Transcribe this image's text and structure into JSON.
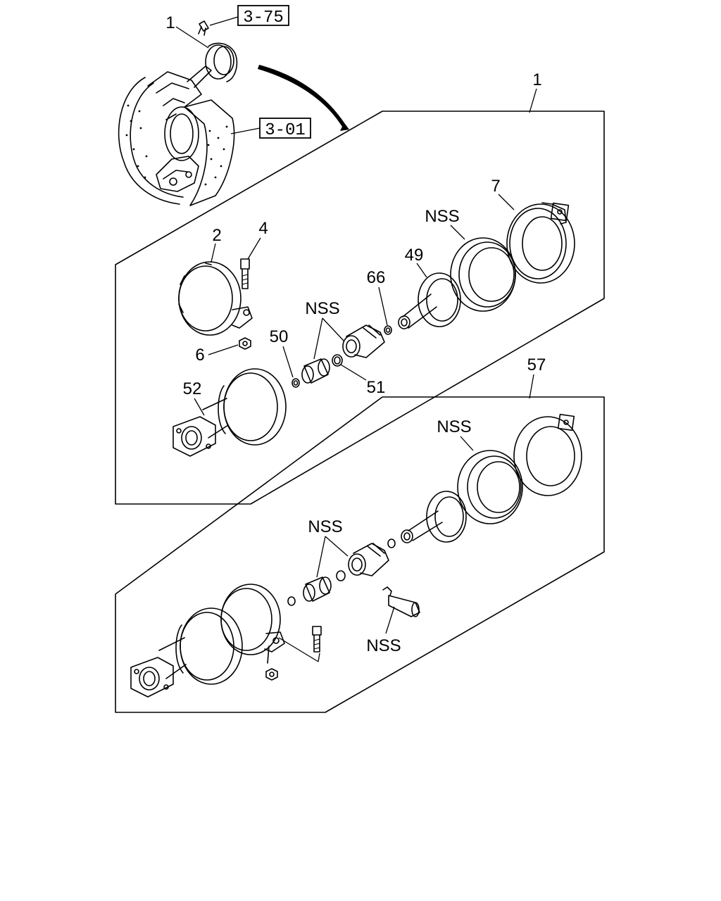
{
  "references": {
    "ref_3_75": "3-75",
    "ref_3_01": "3-01"
  },
  "callouts": {
    "assembly_top": "1",
    "assembly_panel1": "1",
    "part_2": "2",
    "part_4": "4",
    "part_6": "6",
    "part_7": "7",
    "part_49": "49",
    "part_50": "50",
    "part_51": "51",
    "part_52": "52",
    "part_66": "66",
    "nss_panel1_seal": "NSS",
    "nss_panel1_boot": "NSS",
    "assembly_57": "57",
    "nss_panel2_seal": "NSS",
    "nss_panel2_boot": "NSS",
    "nss_panel2_pin": "NSS"
  }
}
